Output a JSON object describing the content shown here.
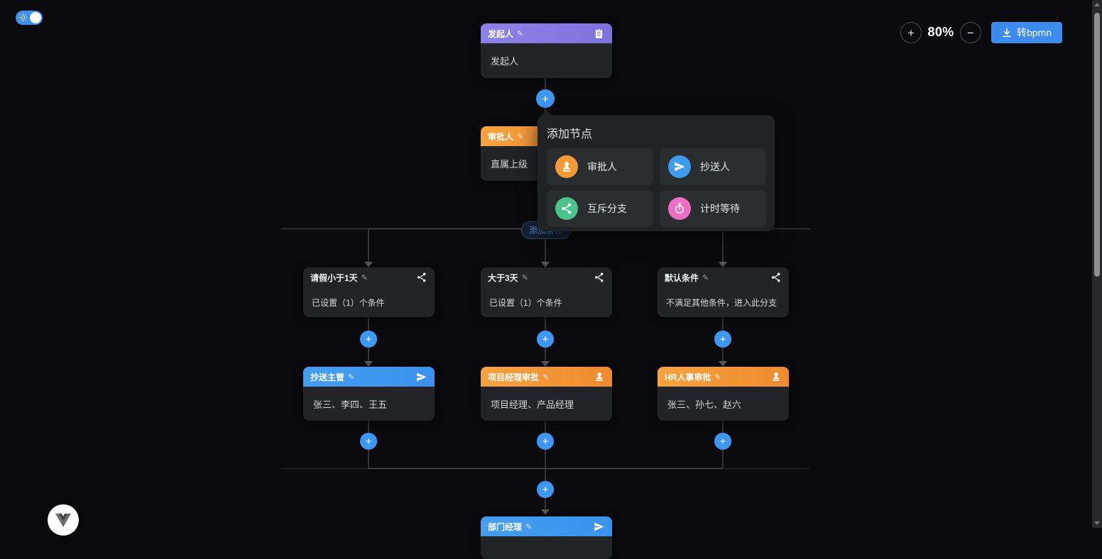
{
  "toolbar": {
    "zoom_in_glyph": "+",
    "zoom_out_glyph": "−",
    "zoom_level": "80%",
    "export_label": "转bpmn"
  },
  "glyphs": {
    "plus": "+",
    "pencil": "✎"
  },
  "theme_toggle": {
    "state": "on",
    "track_color": "#3d8ef5"
  },
  "popup": {
    "title": "添加节点",
    "options": [
      {
        "label": "审批人",
        "icon": "stamp-icon",
        "color": "#f59b35"
      },
      {
        "label": "抄送人",
        "icon": "paper-plane-icon",
        "color": "#3d9bf0"
      },
      {
        "label": "互斥分支",
        "icon": "share-icon",
        "color": "#4cc38a"
      },
      {
        "label": "计时等待",
        "icon": "timer-icon",
        "color": "#ee6ec6"
      }
    ]
  },
  "add_condition": {
    "label": "添加条件"
  },
  "nodes": {
    "initiator": {
      "title": "发起人",
      "content": "发起人",
      "header_color": "#857be2",
      "icon": "clipboard-icon"
    },
    "approver": {
      "title": "审批人",
      "content": "直属上级",
      "header_color": "#f29a3b",
      "icon": "stamp-icon"
    },
    "cond_lt1day": {
      "title": "请假小于1天",
      "content": "已设置（1）个条件",
      "icon": "share-icon"
    },
    "cond_gt3day": {
      "title": "大于3天",
      "content": "已设置（1）个条件",
      "icon": "share-icon"
    },
    "cond_default": {
      "title": "默认条件",
      "content": "不满足其他条件，进入此分支",
      "icon": "share-icon"
    },
    "cc_supervisor": {
      "title": "抄送主管",
      "content": "张三、李四、王五",
      "header_color": "#3e96ee",
      "icon": "paper-plane-icon"
    },
    "pm_approval": {
      "title": "项目经理审批",
      "content": "项目经理、产品经理",
      "header_color": "#f29a3b",
      "icon": "stamp-icon"
    },
    "hr_approval": {
      "title": "HR人事审批",
      "content": "张三、孙七、赵六",
      "header_color": "#f29a3b",
      "icon": "stamp-icon"
    },
    "dept_manager": {
      "title": "部门经理",
      "header_color": "#3e96ee",
      "icon": "paper-plane-icon"
    }
  }
}
